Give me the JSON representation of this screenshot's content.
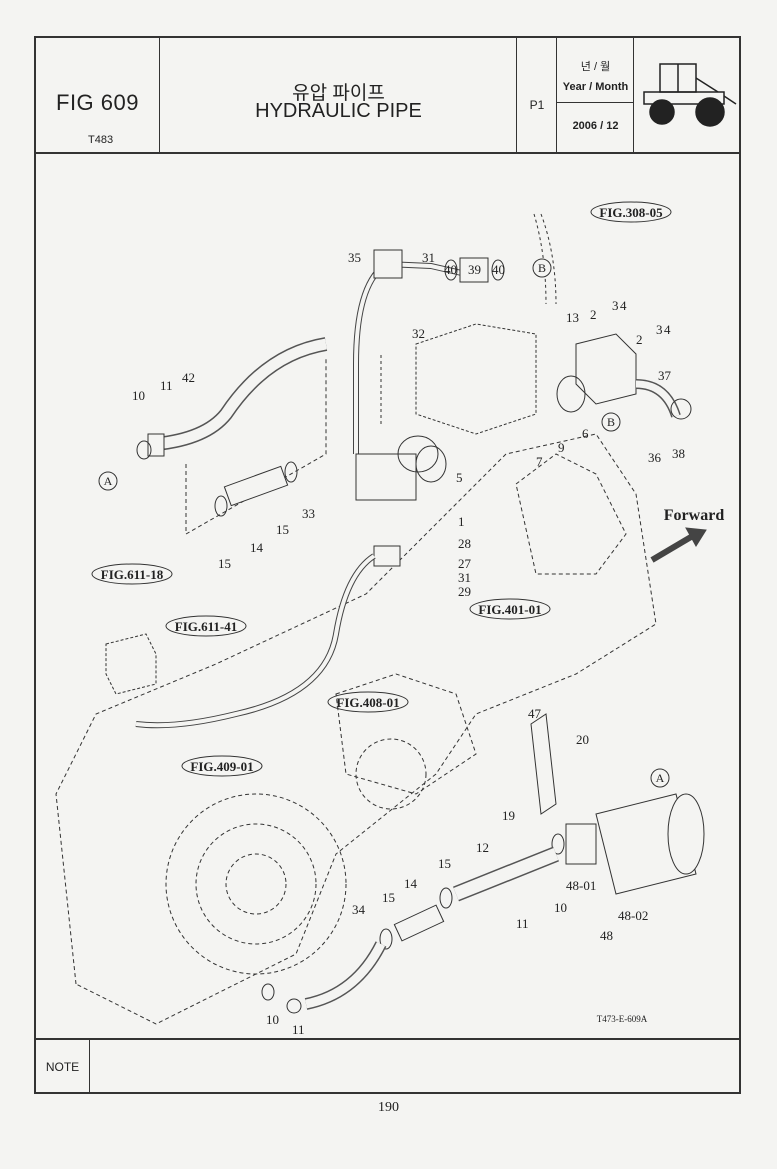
{
  "header": {
    "fig_number": "FIG 609",
    "model_code": "T483",
    "title_korean": "유압 파이프",
    "title_english": "HYDRAULIC PIPE",
    "page": "P1",
    "date_label_korean": "년 / 월",
    "date_label_english": "Year / Month",
    "date_value": "2006 / 12"
  },
  "diagram": {
    "forward_label": "Forward",
    "drawing_code": "T473-E-609A",
    "references": [
      "FIG.308-05",
      "FIG.611-18",
      "FIG.611-41",
      "FIG.401-01",
      "FIG.408-01",
      "FIG.409-01"
    ],
    "callouts": {
      "A": "A",
      "B": "B"
    },
    "part_numbers": [
      "35",
      "31",
      "40",
      "39",
      "40",
      "32",
      "13",
      "2",
      "3",
      "4",
      "2",
      "3",
      "4",
      "37",
      "42",
      "11",
      "10",
      "5",
      "7",
      "9",
      "6",
      "36",
      "38",
      "33",
      "1",
      "28",
      "27",
      "31",
      "29",
      "15",
      "14",
      "15",
      "47",
      "20",
      "19",
      "12",
      "15",
      "14",
      "15",
      "34",
      "11",
      "10",
      "48-01",
      "48-02",
      "48",
      "10",
      "11"
    ]
  },
  "note": {
    "label": "NOTE"
  },
  "page_number": "190"
}
